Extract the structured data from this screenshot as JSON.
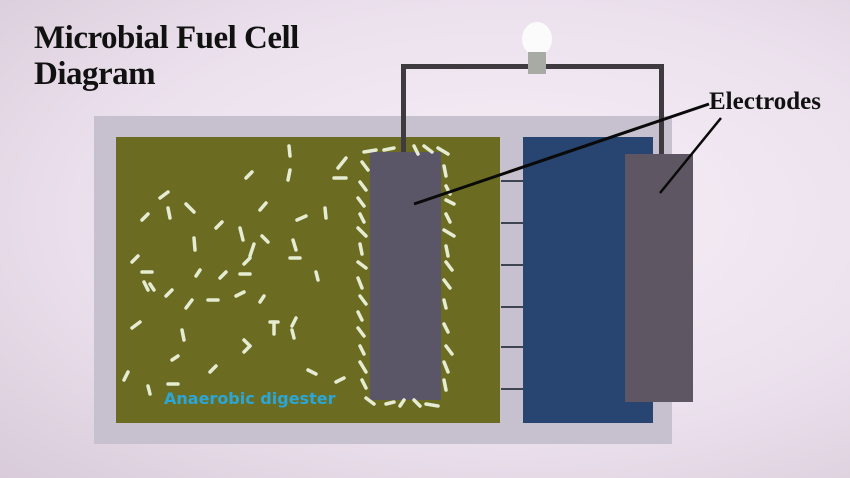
{
  "title": {
    "line1": "Microbial Fuel Cell",
    "line2": "Diagram"
  },
  "labels": {
    "digester": "Anaerobic digester",
    "electrodes": "Electrodes"
  },
  "components": {
    "anode": "anode-electrode",
    "cathode": "cathode-electrode",
    "bulb": "light-bulb",
    "membrane": "proton-exchange-membrane"
  },
  "colors": {
    "digester": "#6b6b22",
    "chamber": "#274570",
    "electrode": "#5b5568",
    "frame": "#c7c0cf",
    "wire": "#3e3a40",
    "bacteria": "#e6ecd2",
    "digester_label": "#2aa7d6"
  }
}
